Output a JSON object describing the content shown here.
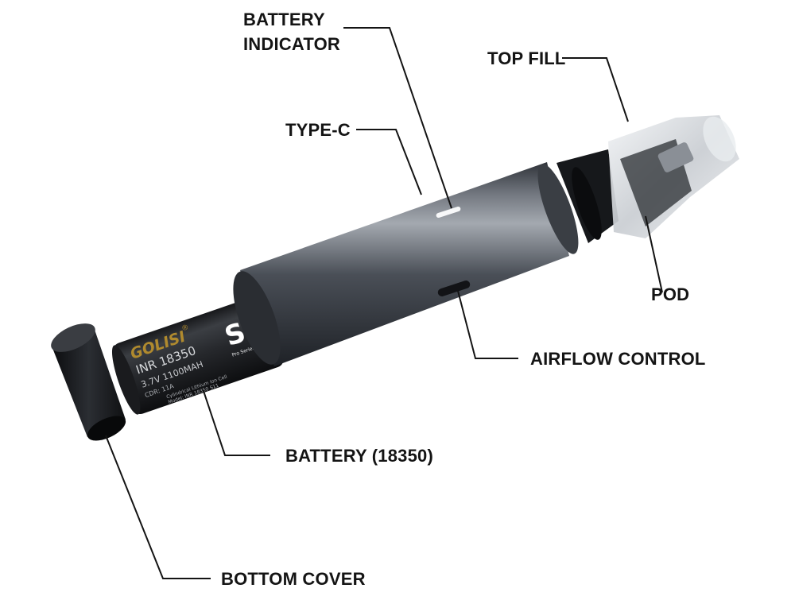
{
  "labels": {
    "battery_indicator_line1": "BATTERY",
    "battery_indicator_line2": "INDICATOR",
    "type_c": "TYPE-C",
    "top_fill": "TOP FILL",
    "pod": "POD",
    "airflow_control": "AIRFLOW CONTROL",
    "battery": "BATTERY (18350)",
    "bottom_cover": "BOTTOM COVER"
  },
  "battery_cell": {
    "brand": "GOLISI",
    "registered_mark": "®",
    "model": "INR 18350",
    "spec": "3.7V 1100MAH",
    "cdr": "CDR: 11A",
    "fine_print_1": "Cylindrical Lithium Ion Cell",
    "fine_print_2": "Model: INR 18350 S11",
    "wrap_letter": "S",
    "wrap_series": "Pro Series"
  },
  "colors": {
    "brand_gold": "#b08a2e",
    "label_text": "#141414",
    "device_body_dark": "#23262c",
    "device_body_light": "#9ea3aa"
  }
}
